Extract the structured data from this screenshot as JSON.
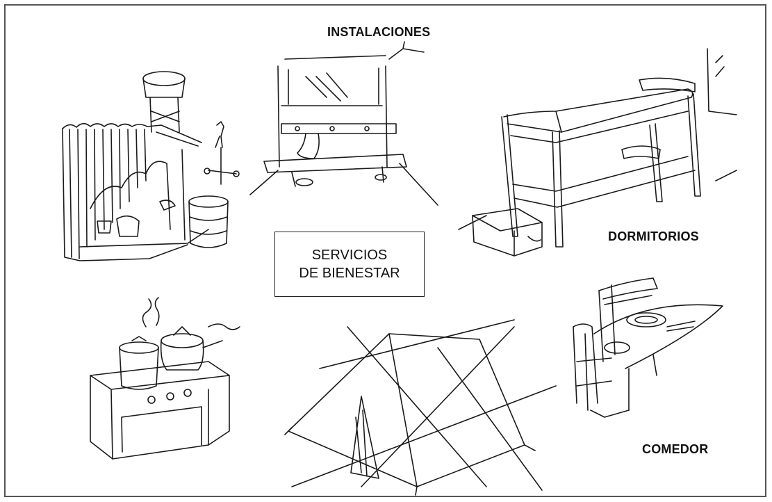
{
  "labels": {
    "instalaciones": "INSTALACIONES",
    "dormitorios": "DORMITORIOS",
    "comedor": "COMEDOR"
  },
  "center": {
    "line1": "SERVICIOS",
    "line2": "DE BIENESTAR"
  },
  "sketches": [
    "shower-enclosure",
    "washstand",
    "bunk-beds",
    "stove",
    "tent-crossed-out",
    "dining-table"
  ],
  "colors": {
    "ink": "#1a1a1a",
    "frame": "#555555",
    "background": "#ffffff"
  }
}
